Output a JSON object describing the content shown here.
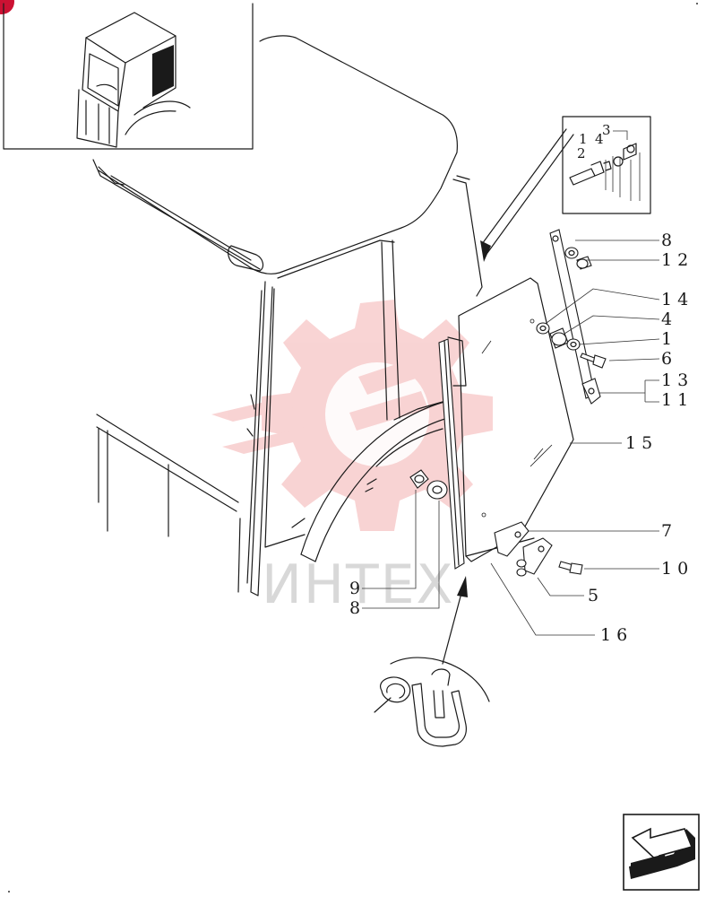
{
  "watermark": {
    "text": "ИНТЕХ",
    "color": "#f4b0b0"
  },
  "callouts": {
    "c8_top": "8",
    "c12": "12",
    "c14": "14",
    "c4": "4",
    "c1": "1",
    "c6": "6",
    "c13": "13",
    "c11": "11",
    "c15": "15",
    "c7": "7",
    "c10": "10",
    "c5": "5",
    "c16": "16",
    "c9": "9",
    "c8_bottom": "8"
  },
  "detail_callouts": {
    "d1": "1",
    "d4": "4",
    "d3": "3",
    "d2": "2"
  },
  "icons": {
    "corner_badge": "red-corner-badge-icon",
    "nav_arrow": "page-navigation-arrow-icon",
    "accent": "#cc1133"
  }
}
